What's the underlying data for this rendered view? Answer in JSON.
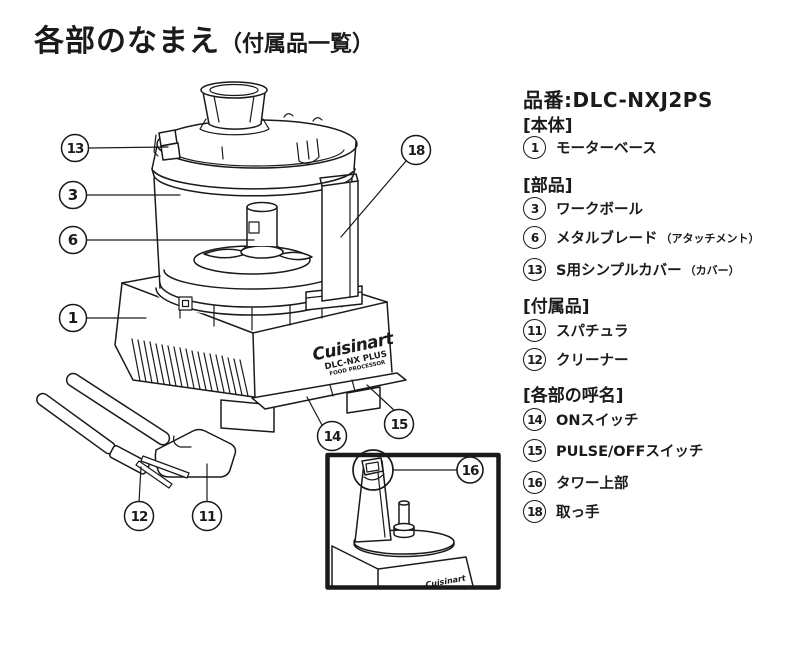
{
  "title": {
    "main": "各部のなまえ",
    "sub": "（付属品一覧）"
  },
  "product_code": "品番:DLC-NXJ2PS",
  "sections": [
    {
      "header": "[本体]",
      "items": [
        {
          "num": "1",
          "label": "モーターベース",
          "note": ""
        }
      ]
    },
    {
      "header": "[部品]",
      "items": [
        {
          "num": "3",
          "label": "ワークボール",
          "note": ""
        },
        {
          "num": "6",
          "label": "メタルブレード",
          "note": "（アタッチメント）"
        },
        {
          "num": "13",
          "label": "S用シンプルカバー",
          "note": "（カバー）"
        }
      ]
    },
    {
      "header": "[付属品]",
      "items": [
        {
          "num": "11",
          "label": "スパチュラ",
          "note": ""
        },
        {
          "num": "12",
          "label": "クリーナー",
          "note": ""
        }
      ]
    },
    {
      "header": "[各部の呼名]",
      "items": [
        {
          "num": "14",
          "label": "ONスイッチ",
          "note": ""
        },
        {
          "num": "15",
          "label": "PULSE/OFFスイッチ",
          "note": ""
        },
        {
          "num": "16",
          "label": "タワー上部",
          "note": ""
        },
        {
          "num": "18",
          "label": "取っ手",
          "note": ""
        }
      ]
    }
  ],
  "diagram": {
    "callouts": {
      "c1": "1",
      "c3": "3",
      "c6": "6",
      "c11": "11",
      "c12": "12",
      "c13": "13",
      "c14": "14",
      "c15": "15",
      "c16": "16",
      "c18": "18"
    },
    "logo": {
      "brand": "Cuisinart",
      "model": "DLC-NX PLUS",
      "product": "FOOD PROCESSOR"
    },
    "inset_logo": "Cuisinart",
    "colors": {
      "line": "#1a1a1a",
      "background": "#ffffff"
    }
  }
}
